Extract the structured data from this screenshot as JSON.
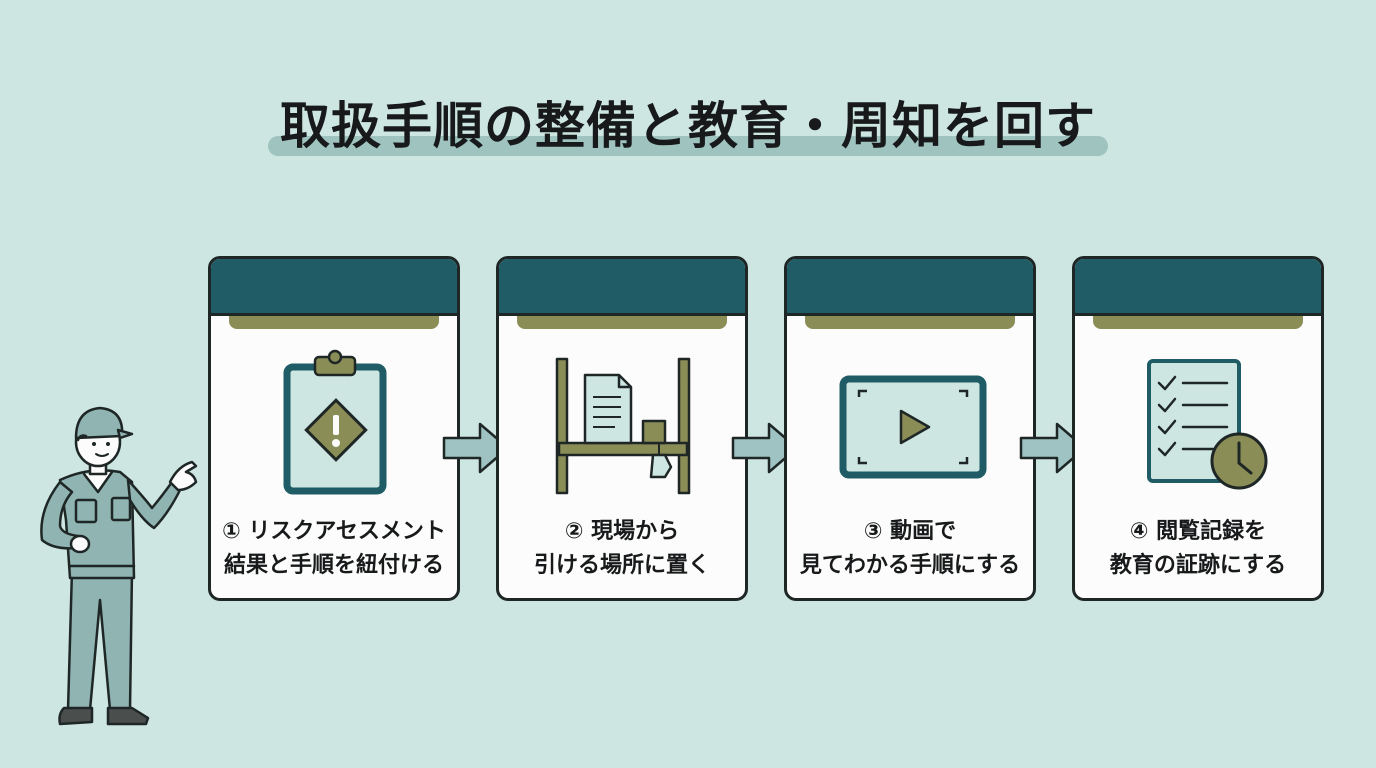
{
  "title": "取扱手順の整備と教育・周知を回す",
  "steps": [
    {
      "line1": "① リスクアセスメント",
      "line2": "結果と手順を紐付ける",
      "icon": "clipboard-warning-icon"
    },
    {
      "line1": "② 現場から",
      "line2": "引ける場所に置く",
      "icon": "shelf-document-icon"
    },
    {
      "line1": "③ 動画で",
      "line2": "見てわかる手順にする",
      "icon": "video-play-icon"
    },
    {
      "line1": "④ 閲覧記録を",
      "line2": "教育の証跡にする",
      "icon": "checklist-clock-icon"
    }
  ],
  "colors": {
    "background": "#cde6e1",
    "card_header": "#1f5c66",
    "accent_olive": "#8a8d56",
    "arrow": "#9fc3c3",
    "worker_uniform": "#8fb4b2"
  }
}
